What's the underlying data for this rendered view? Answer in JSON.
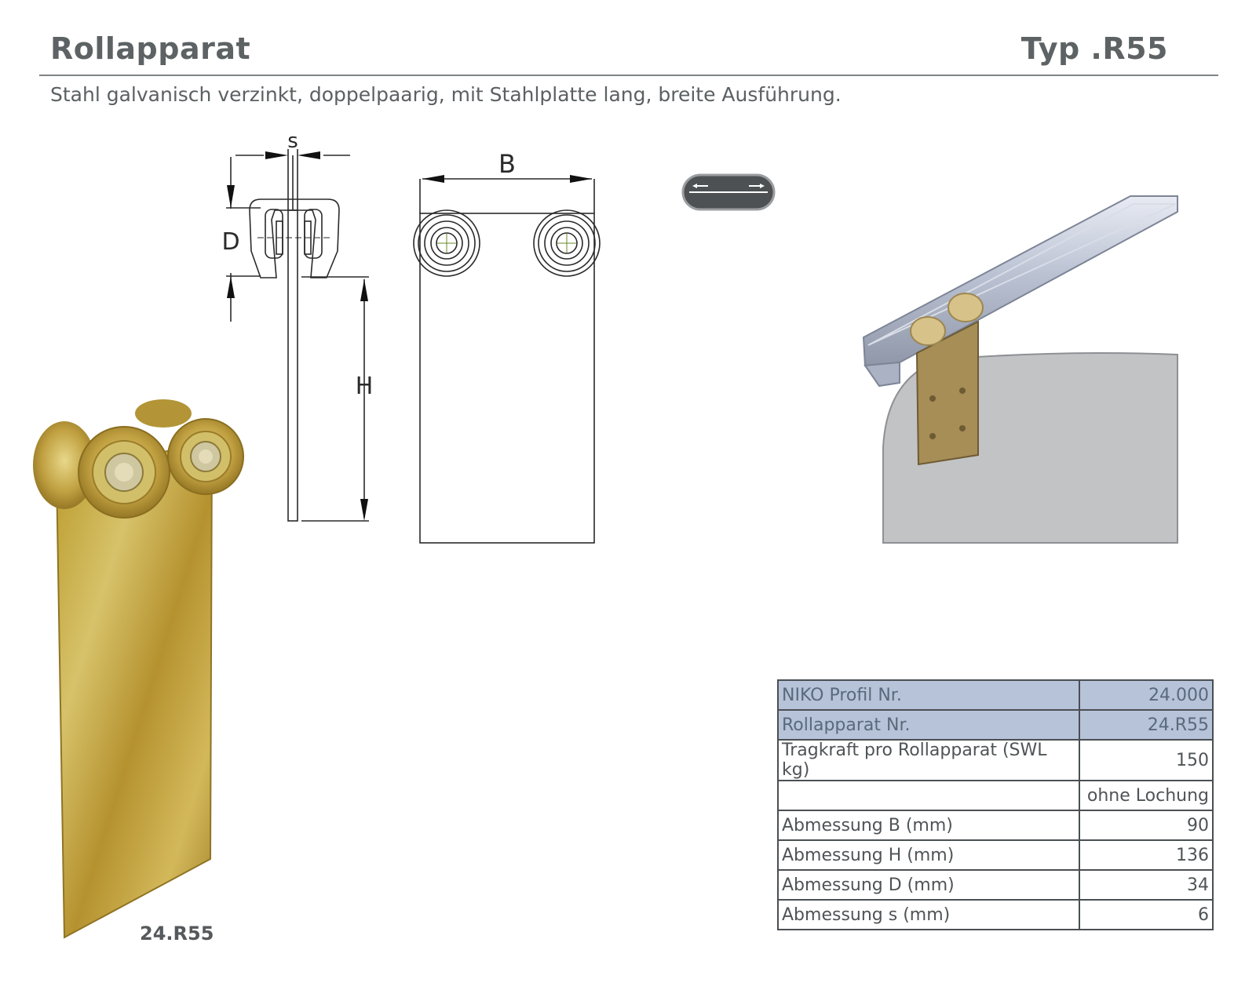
{
  "header": {
    "title": "Rollapparat",
    "type_label": "Typ .R55",
    "subtitle": "Stahl galvanisch verzinkt, doppelpaarig, mit Stahlplatte lang, breite Ausführung."
  },
  "drawing": {
    "dim_s": "s",
    "dim_d": "D",
    "dim_h": "H",
    "dim_b": "B"
  },
  "product": {
    "article": "24.R55"
  },
  "icons": {
    "rail_icon": "double-arrow-rail-icon"
  },
  "spec_table": {
    "rows": [
      {
        "label": "NIKO Profil Nr.",
        "value": "24.000"
      },
      {
        "label": "Rollapparat Nr.",
        "value": "24.R55"
      },
      {
        "label": "Tragkraft pro Rollapparat (SWL kg)",
        "value": "150"
      },
      {
        "label": "",
        "value": "ohne Lochung"
      },
      {
        "label": "Abmessung B (mm)",
        "value": "90"
      },
      {
        "label": "Abmessung H (mm)",
        "value": "136"
      },
      {
        "label": "Abmessung D (mm)",
        "value": "34"
      },
      {
        "label": "Abmessung s (mm)",
        "value": "6"
      }
    ]
  },
  "colors": {
    "header_row_bg": "#b6c3d9",
    "zinc_gold": "#c9a63a",
    "text": "#5b6062"
  }
}
